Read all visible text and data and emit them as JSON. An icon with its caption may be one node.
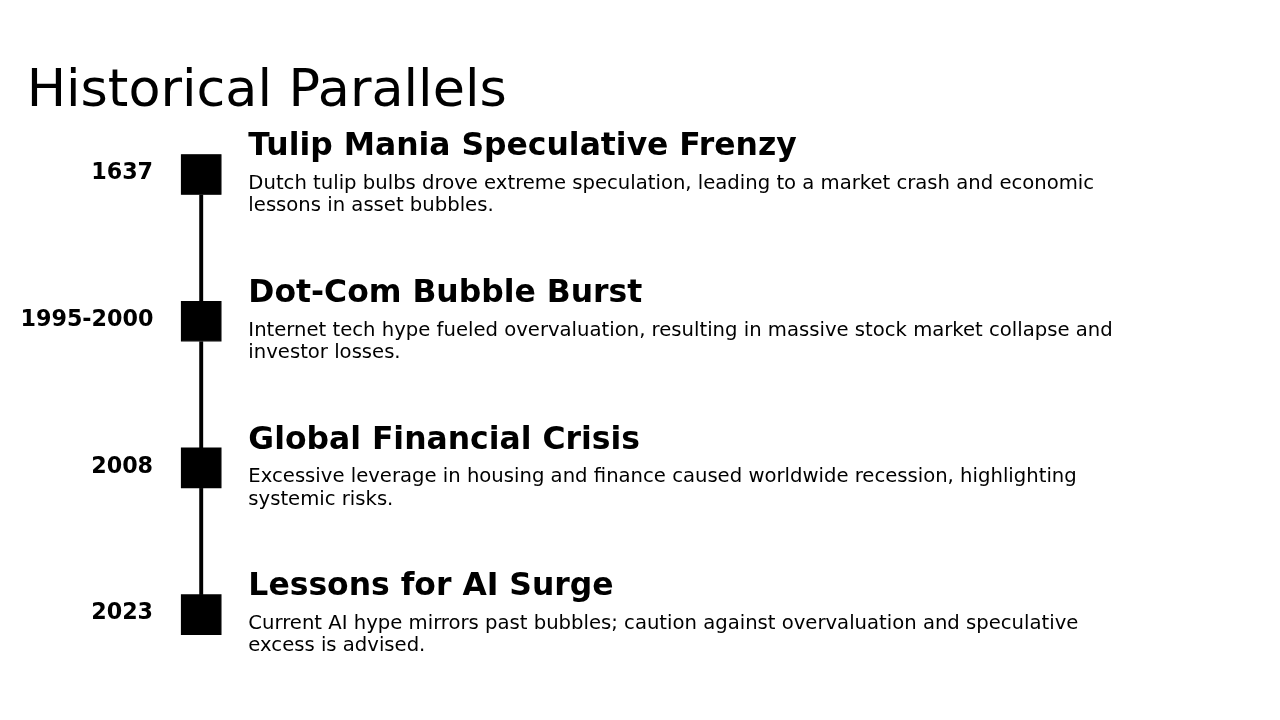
{
  "diagram": {
    "title": "Historical Parallels",
    "nodes": [
      {
        "text": [],
        "shape": "box",
        "beside": [
          "1637",
          "Tulip Mania Speculative Frenzy",
          "Dutch tulip bulbs drove extreme speculation, leading to a market crash and economic lessons in asset bubbles."
        ]
      },
      {
        "text": [],
        "shape": "box",
        "beside": [
          "1995-2000",
          "Dot-Com Bubble Burst",
          "Internet tech hype fueled overvaluation, resulting in massive stock market collapse and investor losses."
        ]
      },
      {
        "text": [],
        "shape": "box",
        "beside": [
          "2008",
          "Global Financial Crisis",
          "Excessive leverage in housing and finance caused worldwide recession, highlighting systemic risks."
        ]
      },
      {
        "text": [],
        "shape": "box",
        "beside": [
          "2023",
          "Lessons for AI Surge",
          "Current AI hype mirrors past bubbles; caution against overvaluation and speculative excess is advised."
        ]
      }
    ],
    "edges": [
      {
        "from": 0,
        "to": 1,
        "arrow": "none"
      },
      {
        "from": 1,
        "to": 2,
        "arrow": "none"
      },
      {
        "from": 2,
        "to": 3,
        "arrow": "none"
      }
    ]
  }
}
